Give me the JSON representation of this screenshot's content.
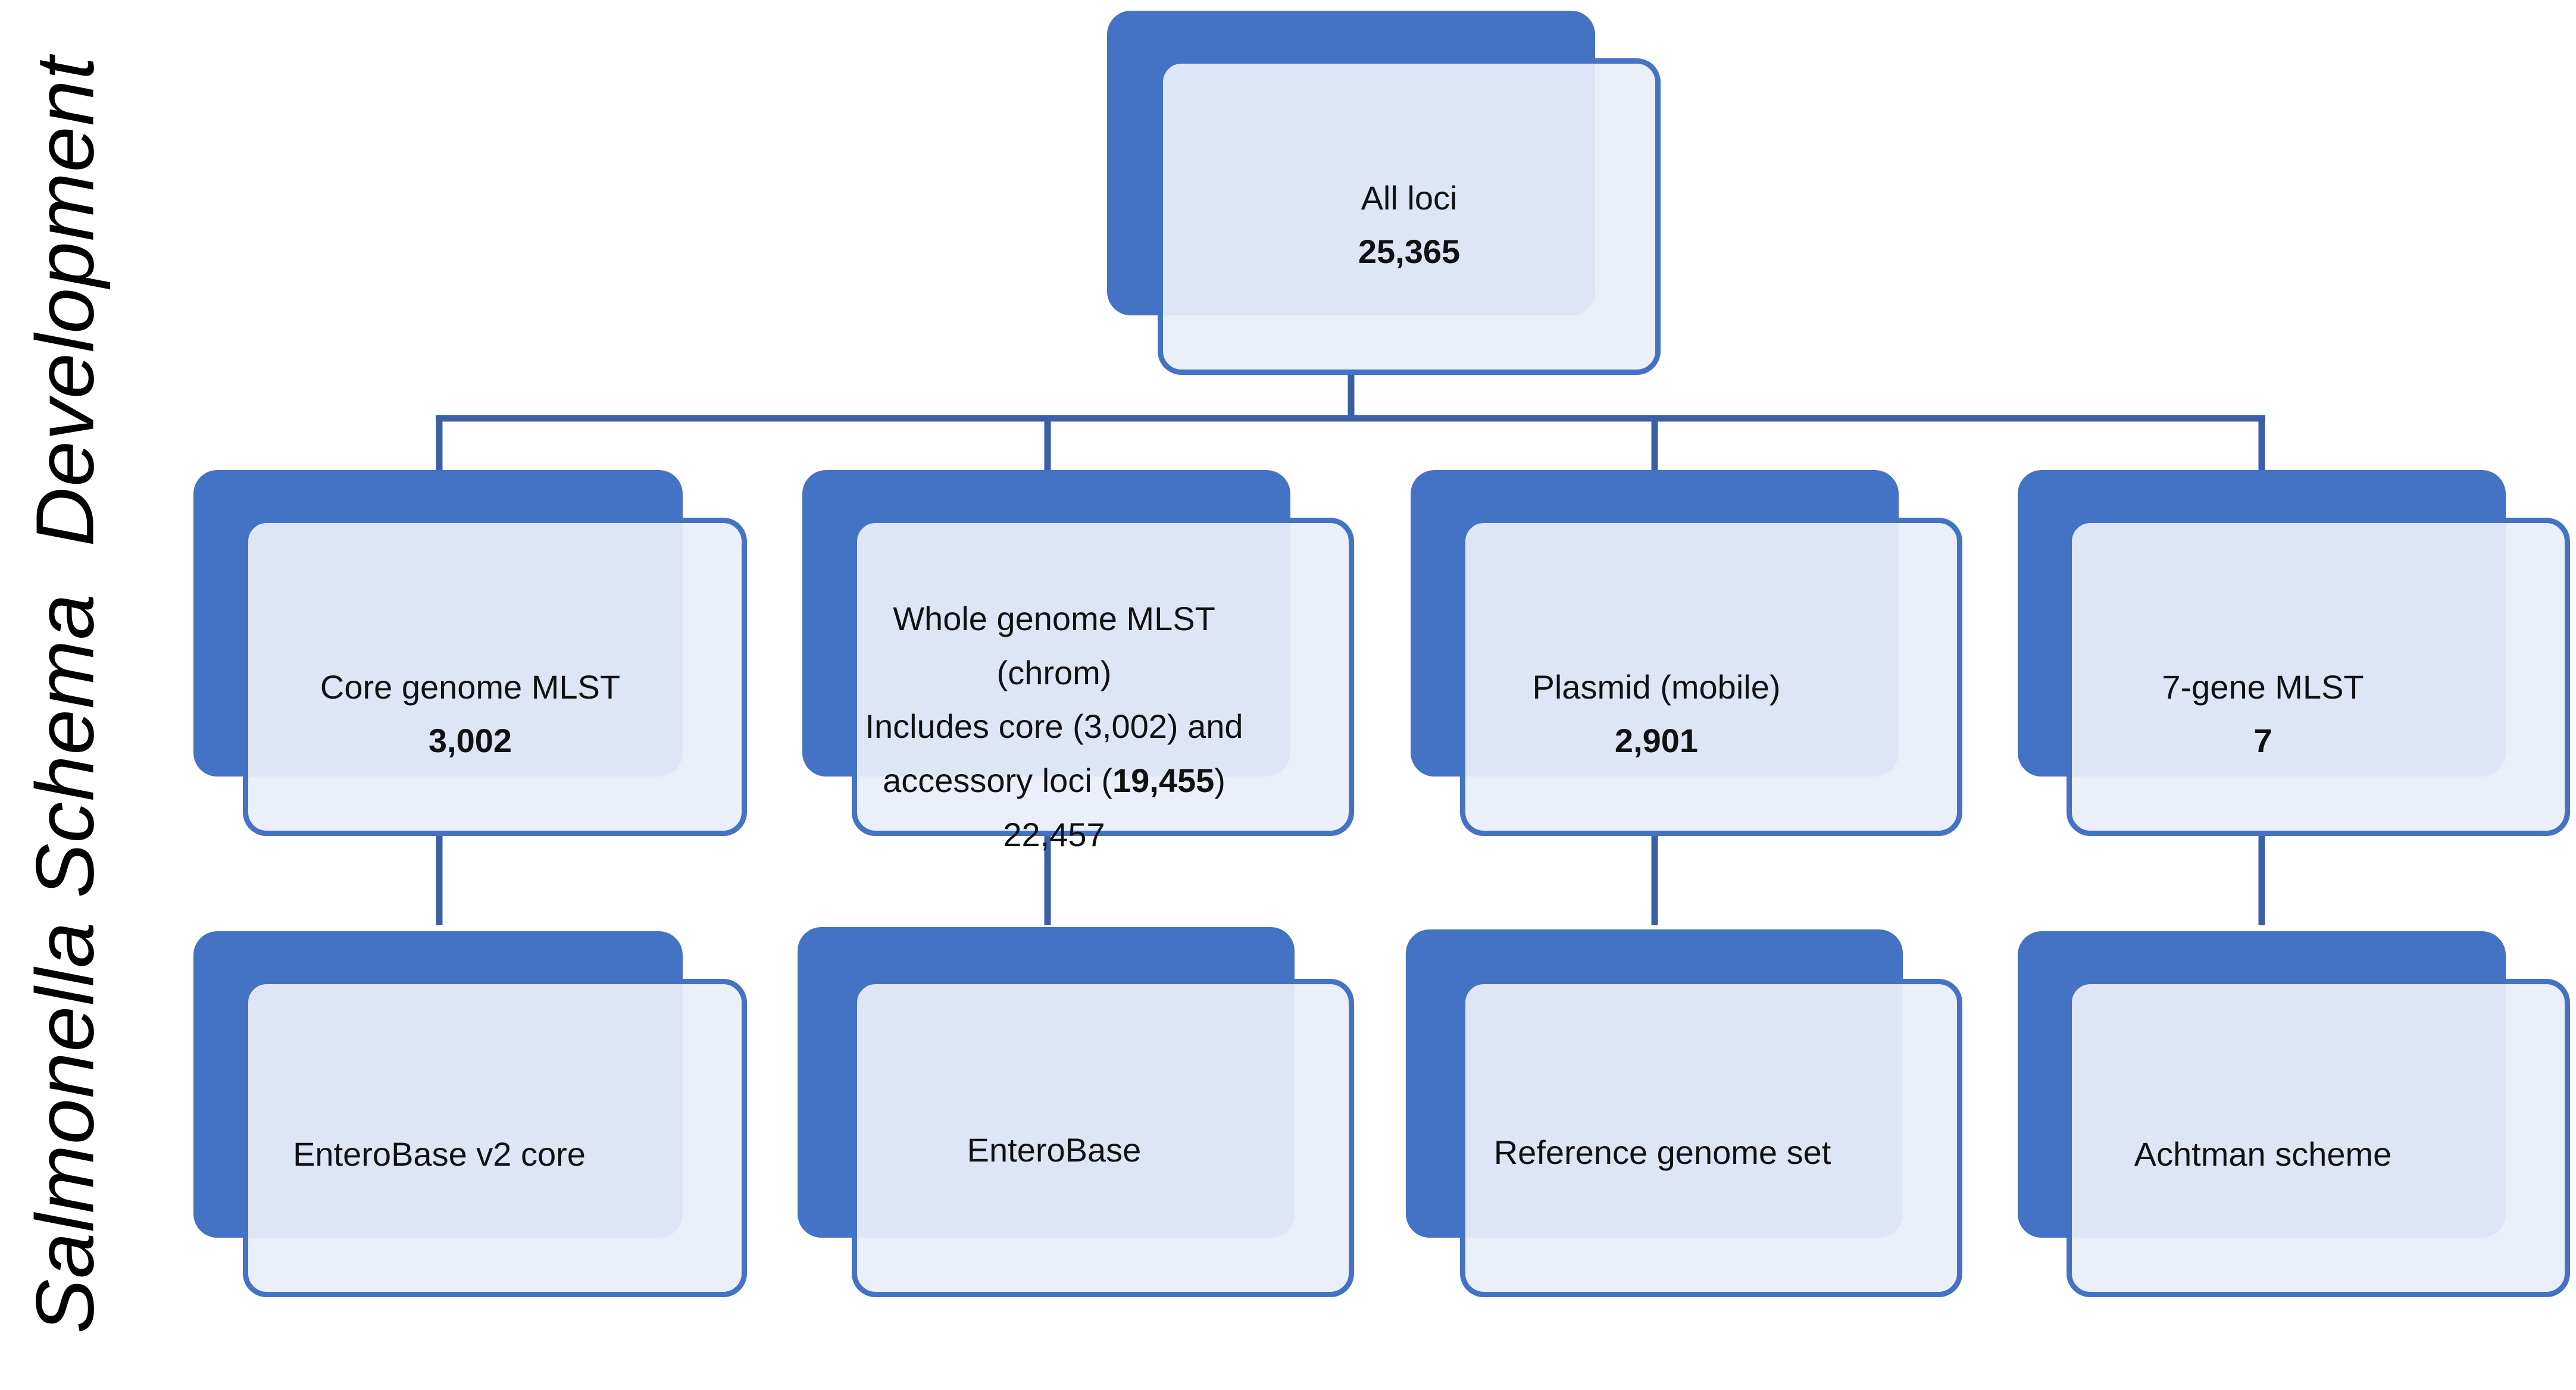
{
  "title_part1": "Salmonella Schema",
  "title_part2": "Development",
  "colors": {
    "primary": "#4472c4",
    "fill": "#e9eef9",
    "line": "#3a5fa6"
  },
  "root": {
    "label": "All loci",
    "value": "25,365"
  },
  "schemes": [
    {
      "label": "Core genome MLST",
      "value": "3,002",
      "source": "EnteroBase v2 core"
    },
    {
      "label": "Whole genome MLST (chrom)",
      "note_line1": "Includes core (3,002) and",
      "note_line2_prefix": "accessory loci (",
      "note_line2_bold": "19,455",
      "note_line2_suffix": ")",
      "value": "22,457",
      "source": "EnteroBase"
    },
    {
      "label": "Plasmid (mobile)",
      "value": "2,901",
      "source": "Reference genome set"
    },
    {
      "label": "7-gene MLST",
      "value": "7",
      "source": "Achtman scheme"
    }
  ]
}
